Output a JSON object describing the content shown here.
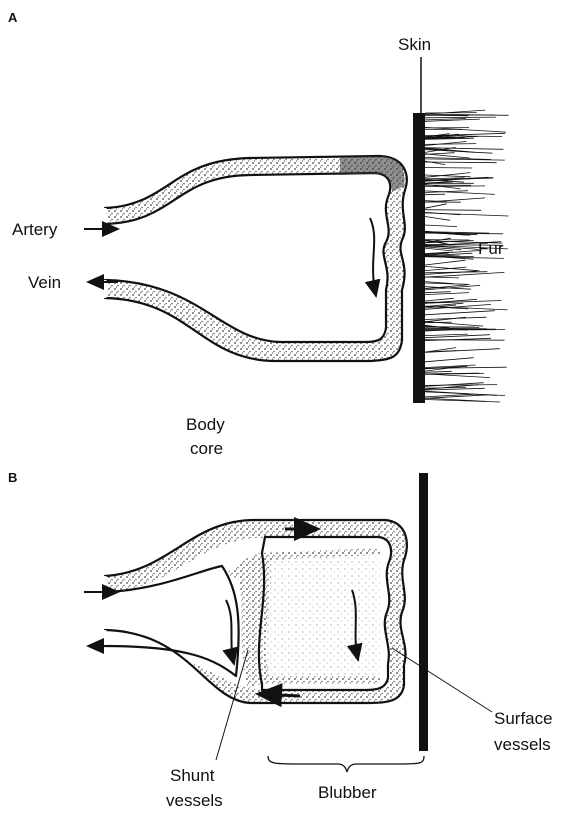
{
  "panel_a": {
    "letter": "A",
    "skin_label": "Skin",
    "fur_label": "Fur",
    "artery_label": "Artery",
    "vein_label": "Vein",
    "core_label_line1": "Body",
    "core_label_line2": "core"
  },
  "panel_b": {
    "letter": "B",
    "shunt_label_line1": "Shunt",
    "shunt_label_line2": "vessels",
    "surface_label_line1": "Surface",
    "surface_label_line2": "vessels",
    "blubber_label": "Blubber"
  }
}
